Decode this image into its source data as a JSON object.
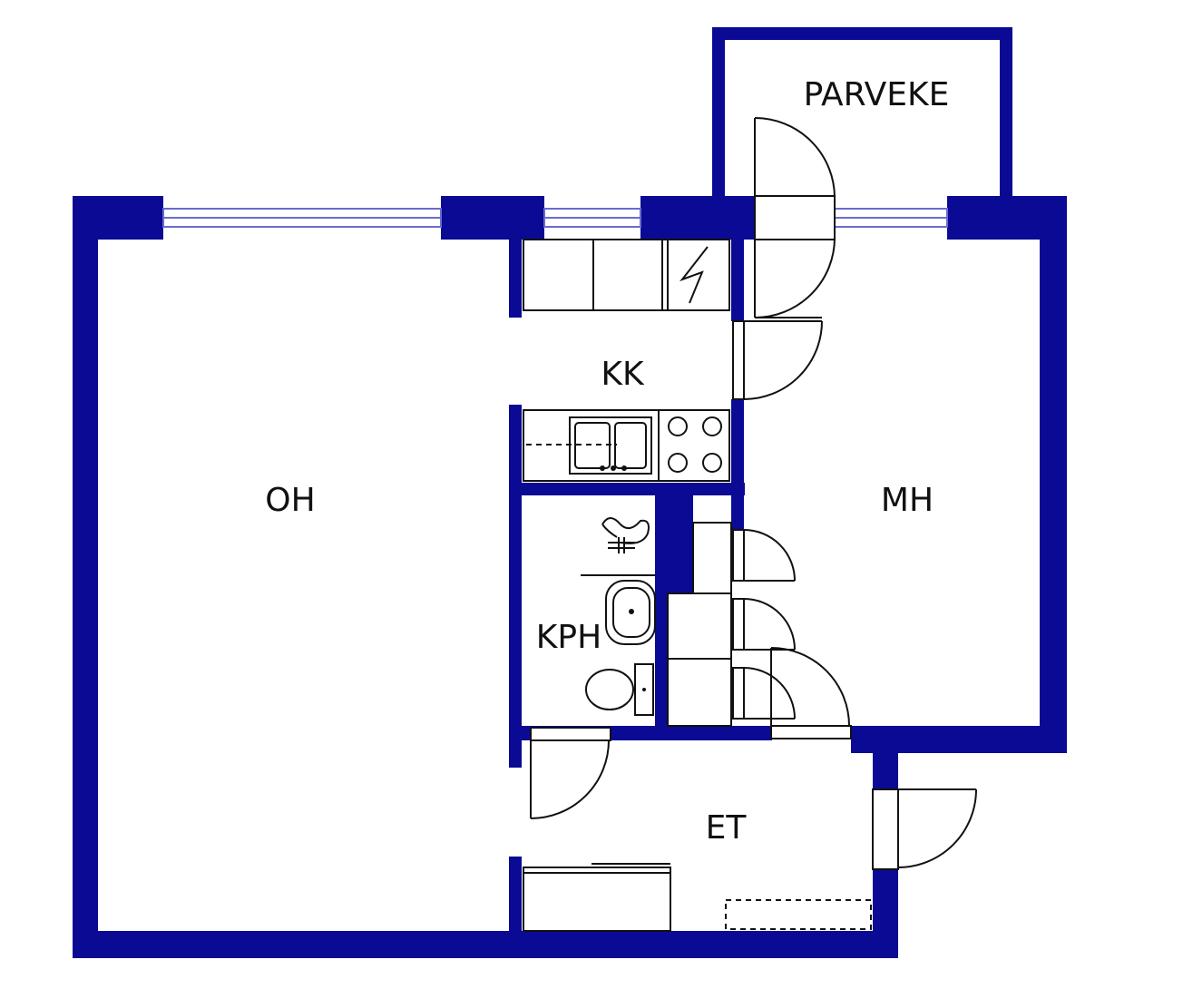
{
  "rooms": {
    "parveke": "PARVEKE",
    "kk": "KK",
    "oh": "OH",
    "mh": "MH",
    "kph": "KPH",
    "et": "ET"
  },
  "colors": {
    "wall": "#0a0a94",
    "line": "#111111",
    "window": "#6a6ad0"
  }
}
